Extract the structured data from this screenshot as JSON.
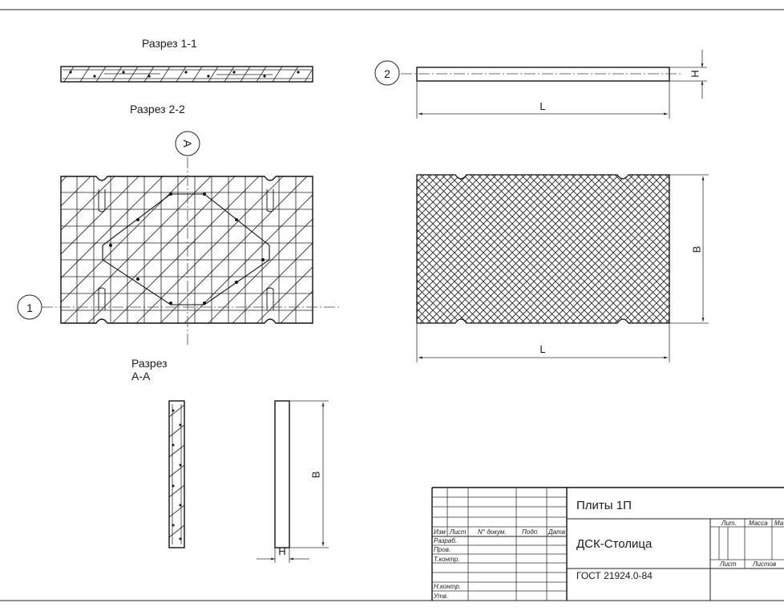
{
  "sections": {
    "section_1_1": "Разрез 1-1",
    "section_2_2": "Разрез 2-2",
    "section_aa_line1": "Разрез",
    "section_aa_line2": "А-А"
  },
  "markers": {
    "cut_1": "1",
    "cut_2": "2",
    "cut_a": "А"
  },
  "dimensions": {
    "length": "L",
    "width": "B",
    "height": "H"
  },
  "title_block": {
    "product_name": "Плиты 1П",
    "organization": "ДСК-Столица",
    "standard": "ГОСТ 21924.0-84",
    "cols": {
      "izm": "Изм",
      "list": "Лист",
      "doc_no": "N° докум.",
      "sign": "Подп.",
      "date": "Дата"
    },
    "rows": {
      "razrab": "Разраб.",
      "prov": "Пров.",
      "tkontr": "Т.контр.",
      "nkontr": "Н.контр.",
      "utv": "Утв."
    },
    "right": {
      "lit": "Лит.",
      "massa": "Масса",
      "masshtab": "Ма",
      "sheet": "Лист",
      "sheets": "Листов"
    }
  }
}
